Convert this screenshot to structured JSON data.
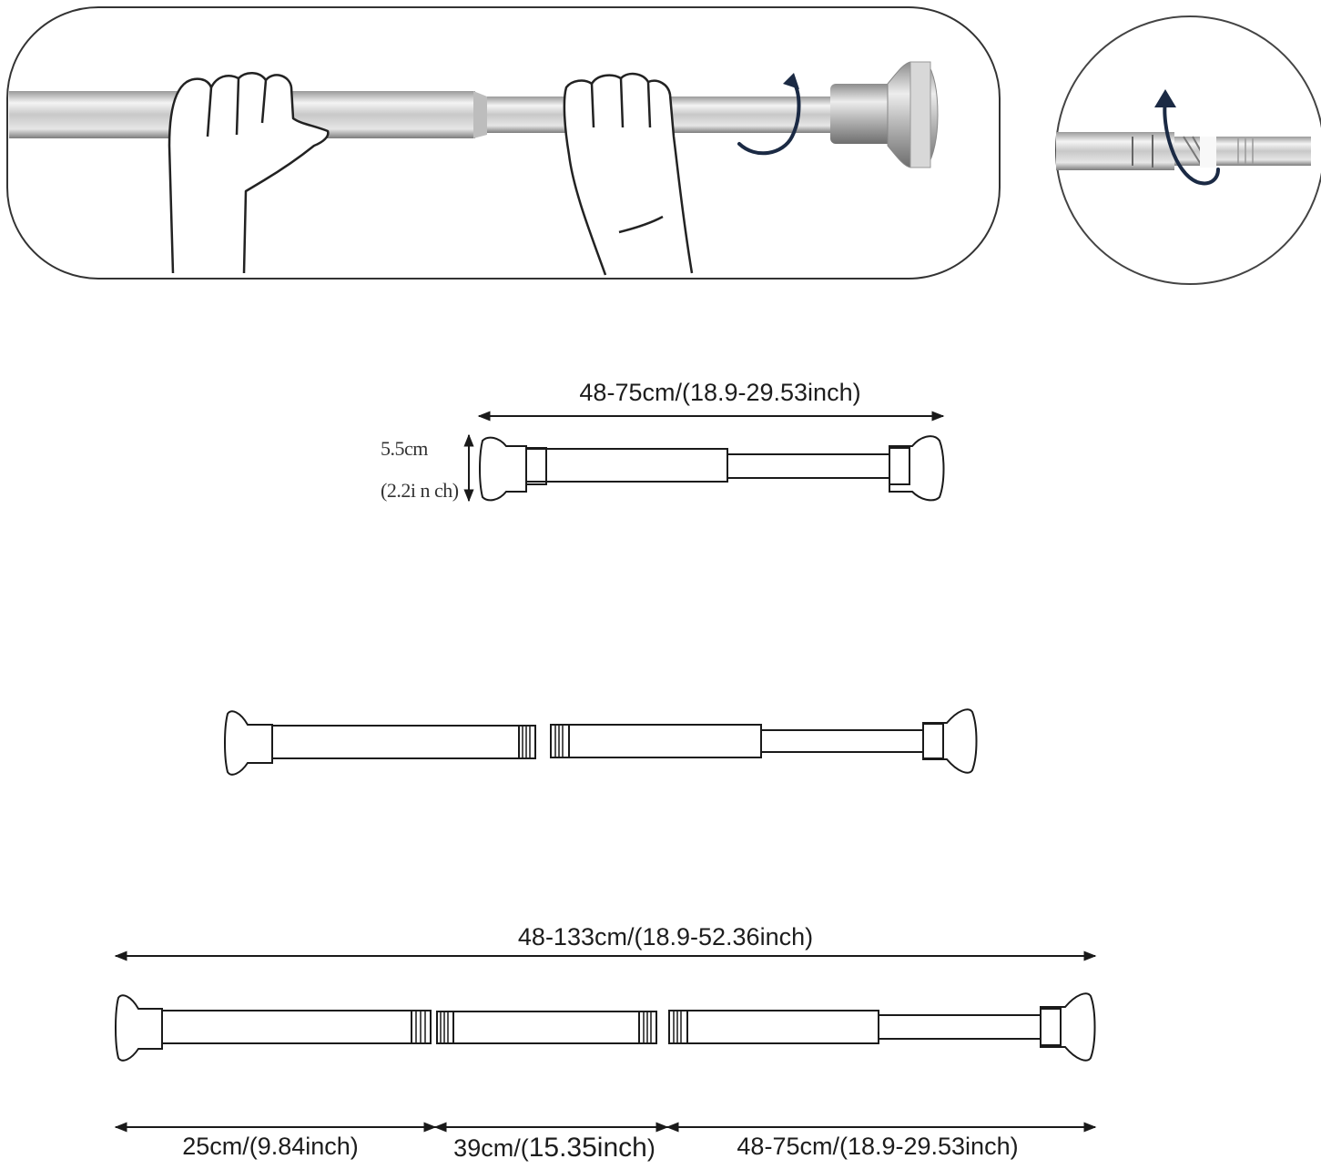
{
  "dimensions": {
    "top_rod_length": "48-75cm/(18.9-29.53inch)",
    "end_cap_height_cm": "5.5cm",
    "end_cap_height_inch": "(2.2i n ch)",
    "total_length": "48-133cm/(18.9-52.36inch)",
    "section_1": "25cm/(9.84inch)",
    "section_2_cm": "39cm/(",
    "section_2_inch": "15.35inch",
    "section_2_close": ")",
    "section_3": "48-75cm/(18.9-29.53inch)"
  },
  "colors": {
    "outline": "#1a1a1a",
    "arrow": "#1b2a44",
    "chrome_light": "#eaeaea",
    "chrome_dark": "#8a8a8a"
  },
  "icons": {
    "rotate": "curved-rotate-arrow-icon",
    "hand": "hand-icon"
  }
}
